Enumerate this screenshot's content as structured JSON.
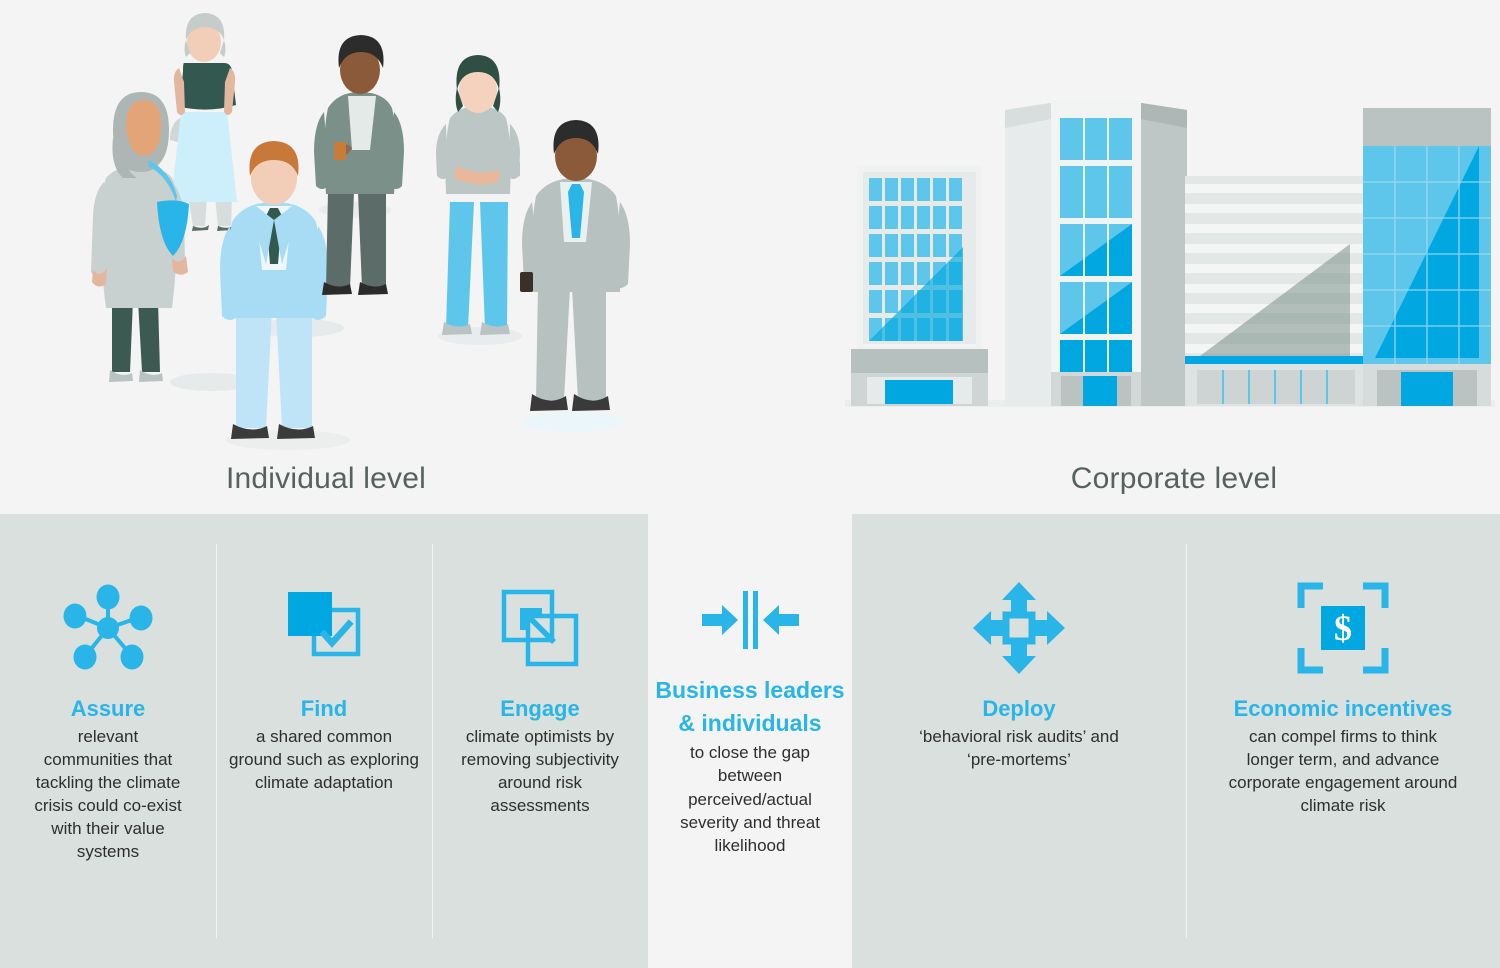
{
  "theme": {
    "accent": "#29b5e8",
    "accent_solid": "#00a7e1",
    "panel_bg": "#d9e0de",
    "page_bg": "#f3f4f3",
    "label_color": "#56625f",
    "body_color": "#2e2e2e"
  },
  "sections": {
    "left": {
      "label": "Individual level",
      "illustration": "group-of-people-illustration"
    },
    "right": {
      "label": "Corporate level",
      "illustration": "office-buildings-illustration"
    }
  },
  "individual_cards": [
    {
      "icon": "network-hub-icon",
      "title": "Assure",
      "body": "relevant communities that tackling the climate crisis could co-exist with their value systems"
    },
    {
      "icon": "squares-checkmark-icon",
      "title": "Find",
      "body": "a shared common ground such as exploring climate adaptation"
    },
    {
      "icon": "overlapping-squares-arrow-icon",
      "title": "Engage",
      "body": "climate optimists by removing subjectivity around risk assessments"
    }
  ],
  "center_card": {
    "icon": "close-the-gap-arrows-icon",
    "title": "Business leaders & individuals",
    "body": "to close the gap between perceived/actual severity and threat likelihood"
  },
  "corporate_cards": [
    {
      "icon": "four-way-move-arrows-icon",
      "title": "Deploy",
      "body": "‘behavioral risk audits’ and ‘pre-mortems’"
    },
    {
      "icon": "dollar-scan-frame-icon",
      "title": "Economic incentives",
      "body": "can compel firms to think longer term, and advance corporate engagement around climate risk"
    }
  ]
}
